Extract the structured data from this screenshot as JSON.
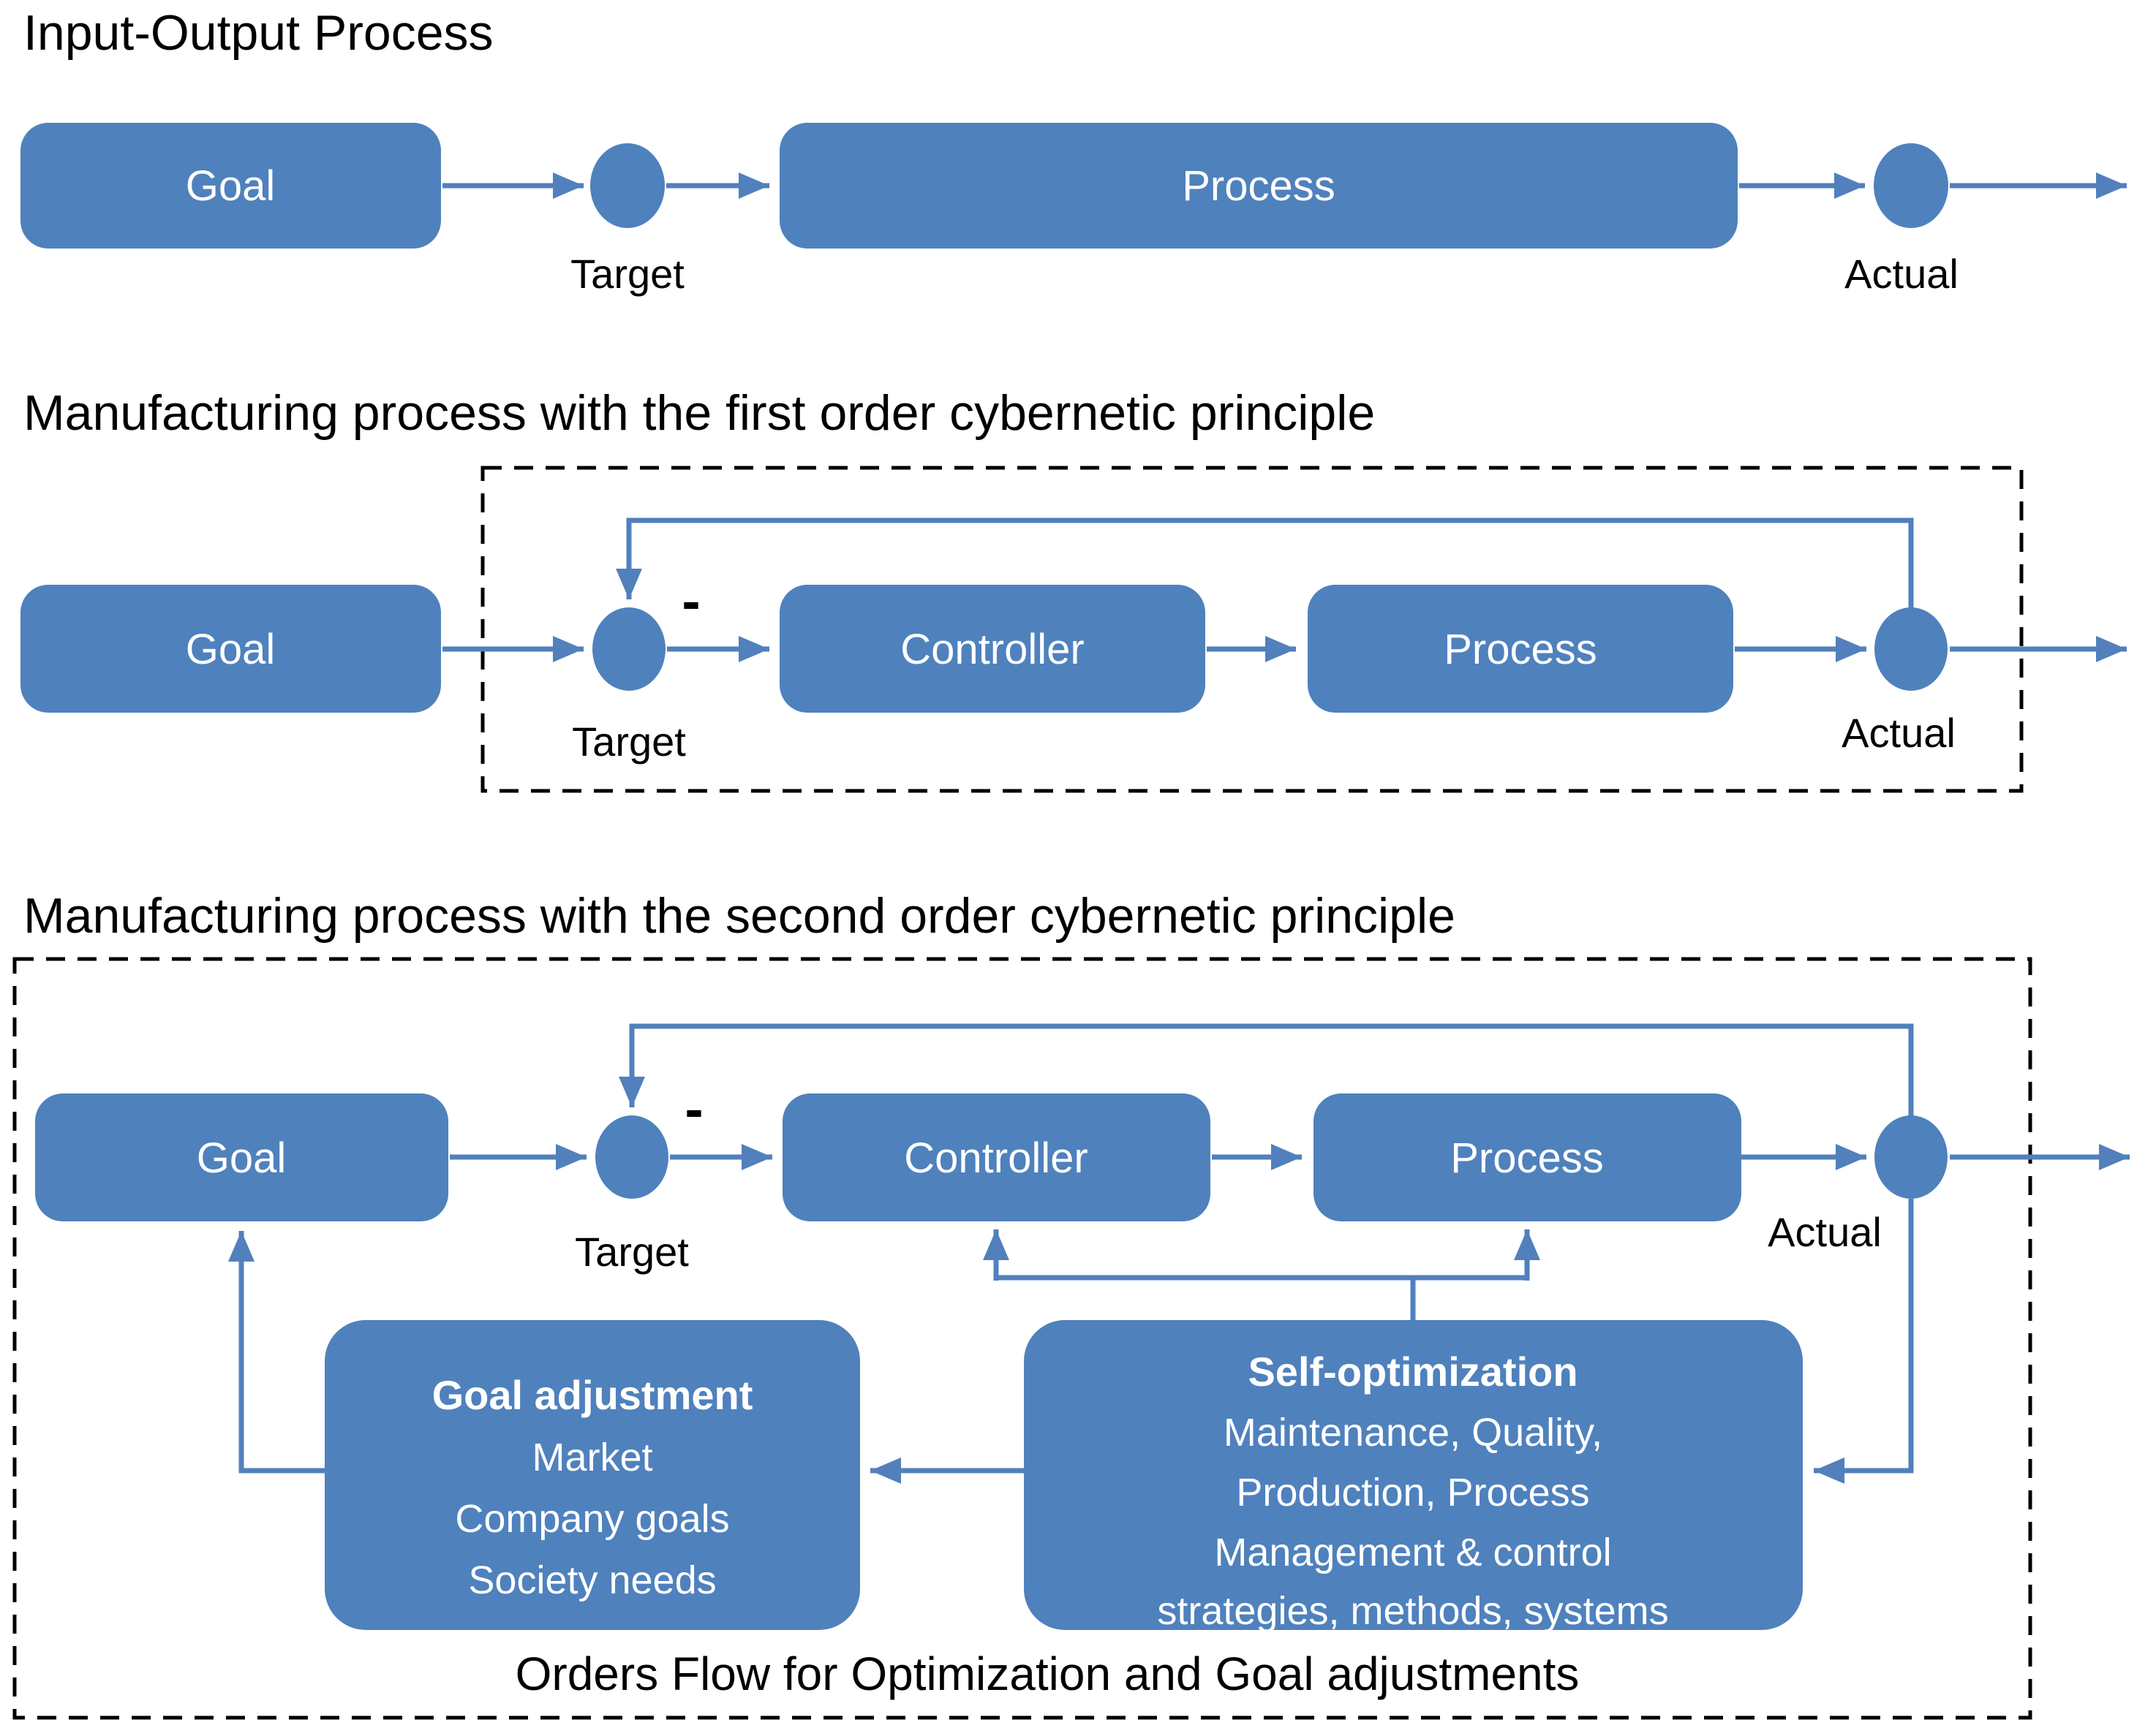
{
  "colors": {
    "accent": "#4F81BD",
    "line": "#5180BC",
    "dash_border": "#000000",
    "dark_text": "#000000",
    "light_text": "#FFFFFF"
  },
  "io": {
    "title": "Input-Output Process",
    "goal": "Goal",
    "target": "Target",
    "process": "Process",
    "actual": "Actual"
  },
  "first_order": {
    "title": "Manufacturing process with the first order cybernetic principle",
    "goal": "Goal",
    "target": "Target",
    "minus": "-",
    "controller": "Controller",
    "process": "Process",
    "actual": "Actual"
  },
  "second_order": {
    "title": "Manufacturing process with the second order cybernetic principle",
    "goal": "Goal",
    "target": "Target",
    "minus": "-",
    "controller": "Controller",
    "process": "Process",
    "actual": "Actual",
    "goal_adjustment": {
      "heading": "Goal adjustment",
      "lines": [
        "Market",
        "Company goals",
        "Society needs"
      ]
    },
    "self_optimization": {
      "heading": "Self-optimization",
      "lines": [
        "Maintenance, Quality,",
        "Production, Process",
        "Management & control",
        "strategies, methods, systems"
      ]
    },
    "caption": "Orders Flow for Optimization and Goal adjustments"
  }
}
